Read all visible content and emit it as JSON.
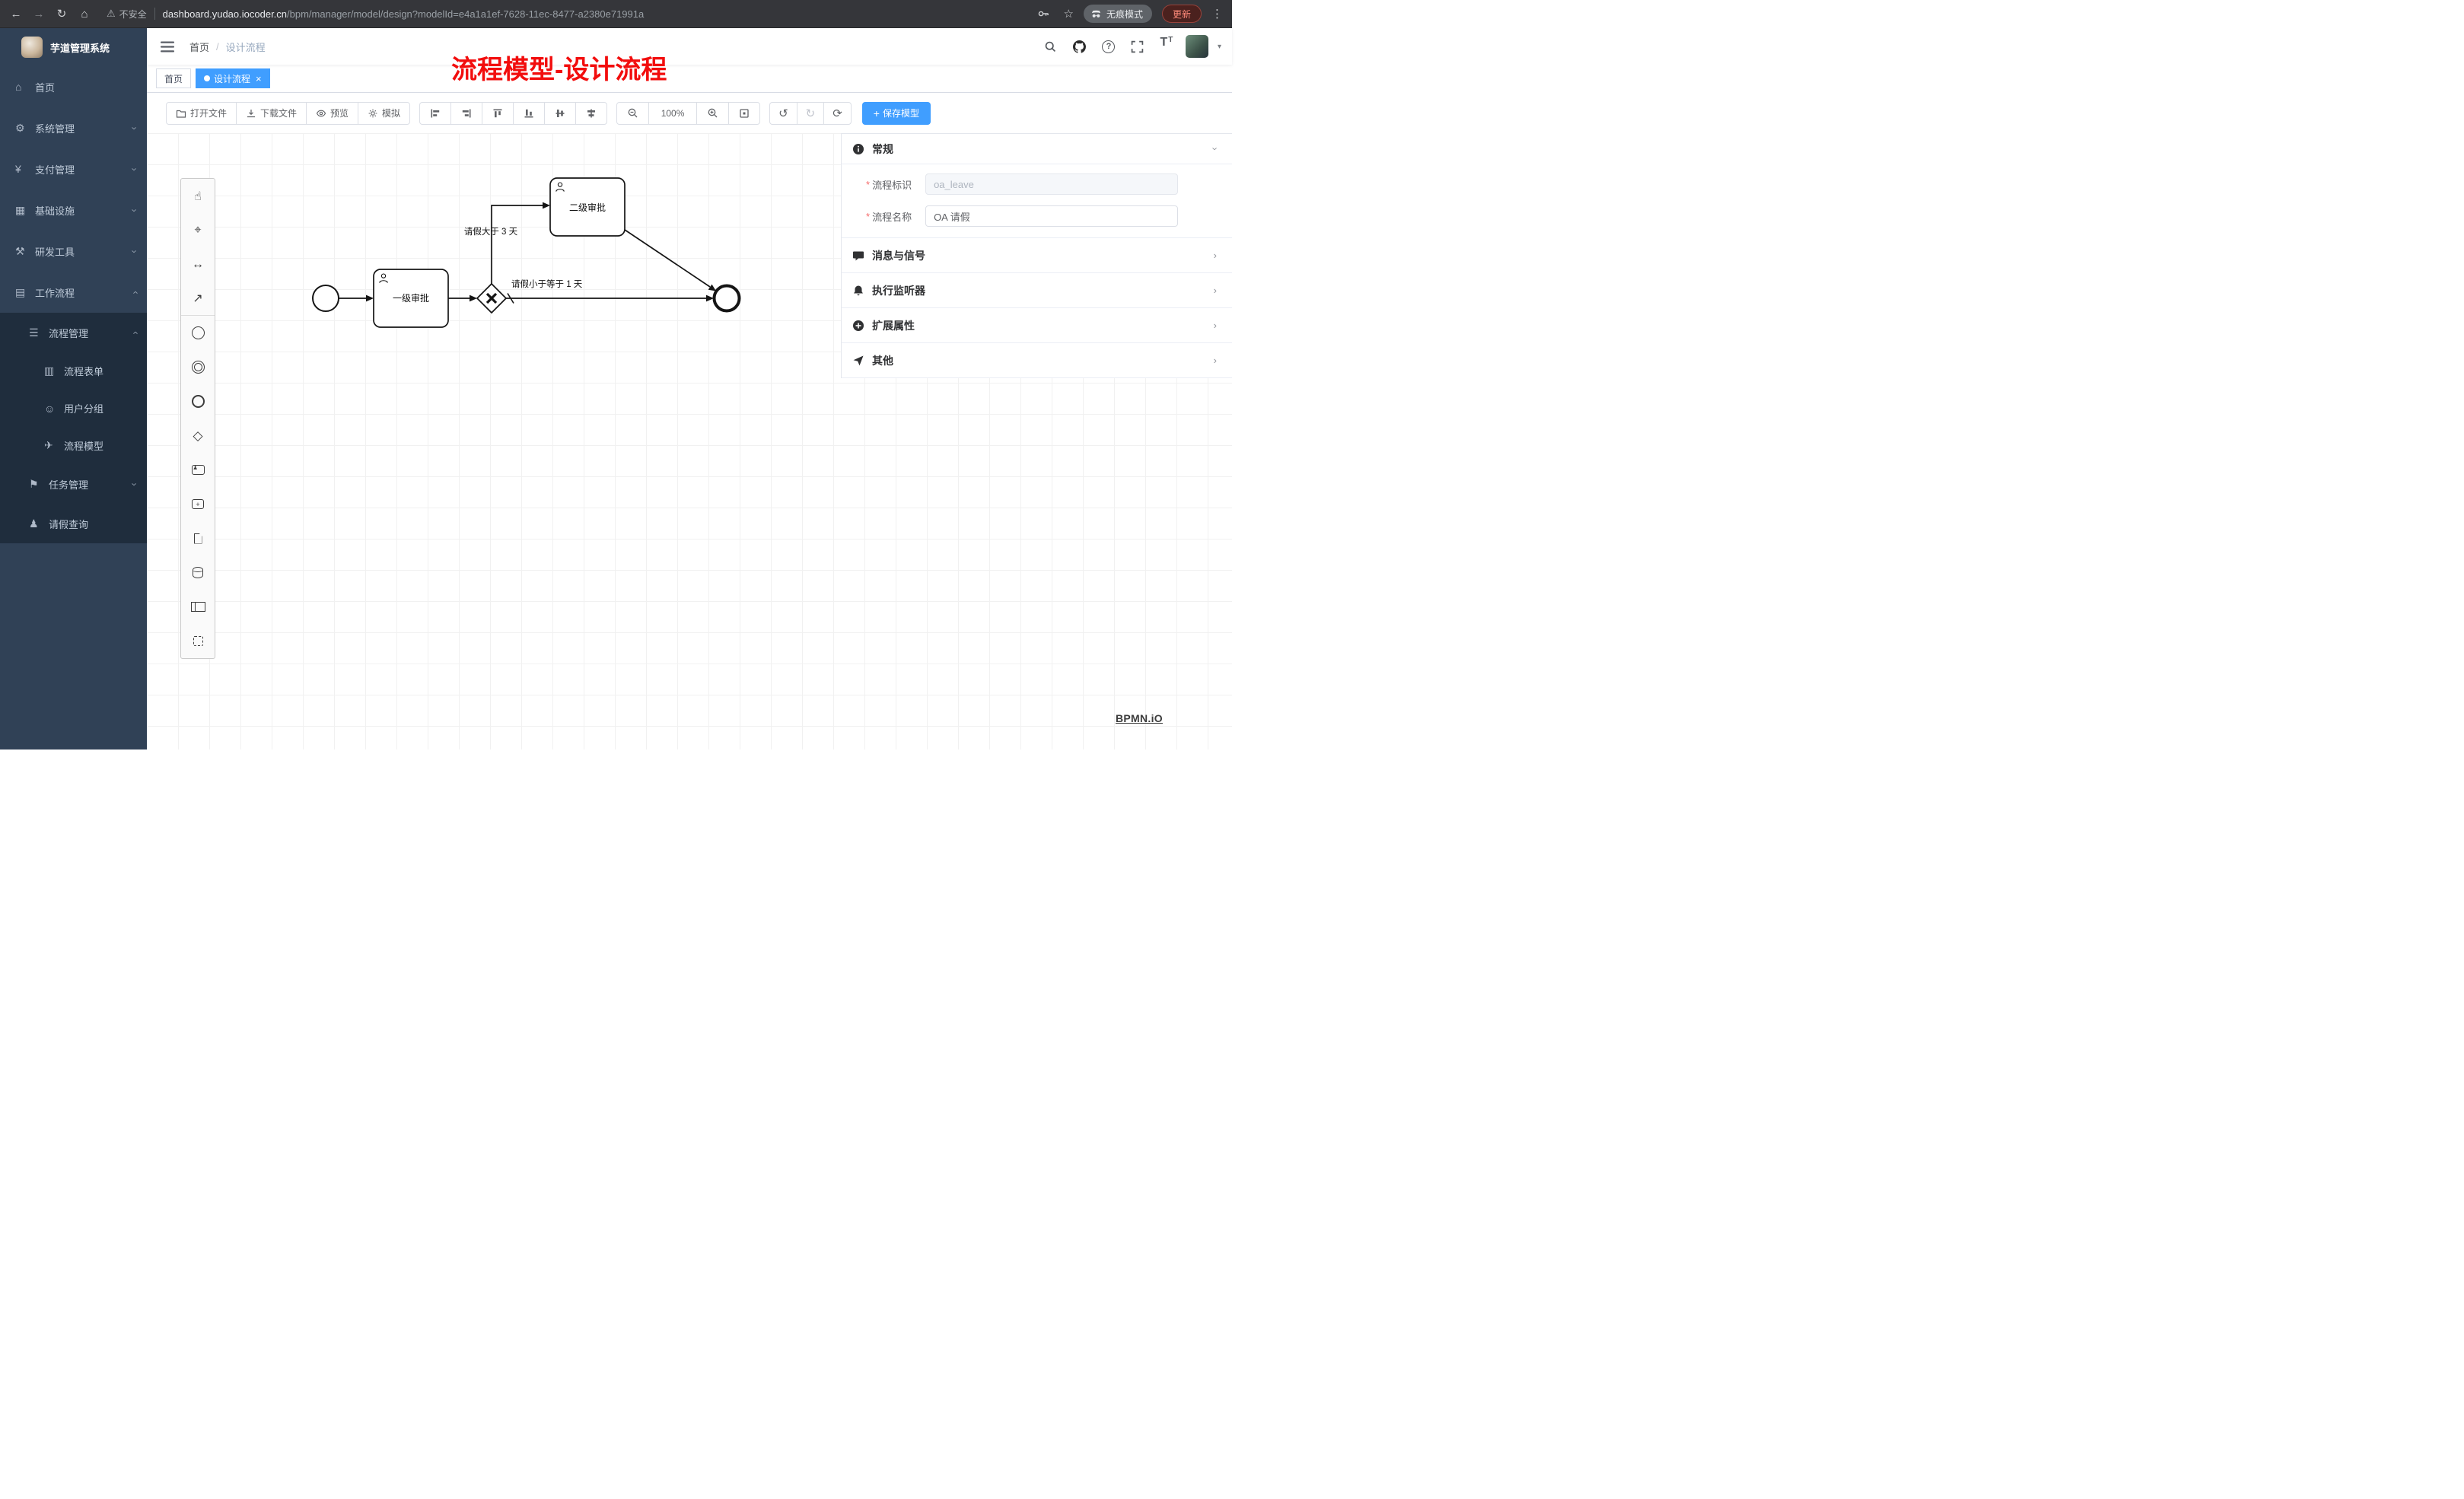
{
  "colors": {
    "accent": "#409eff",
    "sidebar_bg": "#304156",
    "submenu_bg": "#1f2d3d",
    "annotation": "#f20d0d"
  },
  "icons": {
    "back": "←",
    "forward": "→",
    "reload": "↻",
    "home": "⌂",
    "star": "☆",
    "menu_dots": "⋮",
    "warning": "⚠",
    "undo": "↺",
    "redo": "↻",
    "refresh": "⟳",
    "hand": "☝",
    "crosshair": "⌖",
    "space": "↔",
    "connect": "↗",
    "gateway": "◇",
    "person_small": "♟",
    "chevron_right": "›",
    "caret_down": "▾",
    "font_size_large": "T",
    "font_size_small": "T",
    "plus": "+",
    "close": "×",
    "required": "*",
    "help": "?"
  },
  "browser": {
    "security_label": "不安全",
    "url_domain": "dashboard.yudao.iocoder.cn",
    "url_path": "/bpm/manager/model/design?modelId=e4a1a1ef-7628-11ec-8477-a2380e71991a",
    "incognito_label": "无痕模式",
    "update_label": "更新"
  },
  "sidebar": {
    "app_title": "芋道管理系统",
    "items": [
      {
        "label": "首页",
        "icon": "⌂"
      },
      {
        "label": "系统管理",
        "icon": "⚙"
      },
      {
        "label": "支付管理",
        "icon": "¥"
      },
      {
        "label": "基础设施",
        "icon": "▦"
      },
      {
        "label": "研发工具",
        "icon": "⚒"
      },
      {
        "label": "工作流程",
        "icon": "▤"
      }
    ],
    "process_group": {
      "label": "流程管理",
      "icon": "☰",
      "children": [
        {
          "label": "流程表单",
          "icon": "▥"
        },
        {
          "label": "用户分组",
          "icon": "☺"
        },
        {
          "label": "流程模型",
          "icon": "✈"
        }
      ]
    },
    "task_group": {
      "label": "任务管理",
      "icon": "⚑"
    },
    "leave_item": {
      "label": "请假查询",
      "icon": "♟"
    }
  },
  "header": {
    "breadcrumb": [
      "首页",
      "设计流程"
    ],
    "separator": "/"
  },
  "tabs": {
    "home": "首页",
    "active": "设计流程"
  },
  "annotation": {
    "text": "流程模型-设计流程"
  },
  "toolbar": {
    "open": "打开文件",
    "download": "下载文件",
    "preview": "预览",
    "simulate": "模拟",
    "zoom_level": "100%",
    "save": "保存模型"
  },
  "diagram": {
    "task1": "一级审批",
    "task2": "二级审批",
    "flow_condition_gt": "请假大于 3 天",
    "flow_condition_le": "请假小于等于 1 天",
    "watermark": "BPMN.iO"
  },
  "panel": {
    "sections": {
      "general": "常规",
      "message": "消息与信号",
      "listener": "执行监听器",
      "extension": "扩展属性",
      "other": "其他"
    },
    "fields": {
      "key_label": "流程标识",
      "key_value": "oa_leave",
      "name_label": "流程名称",
      "name_value": "OA 请假"
    }
  }
}
